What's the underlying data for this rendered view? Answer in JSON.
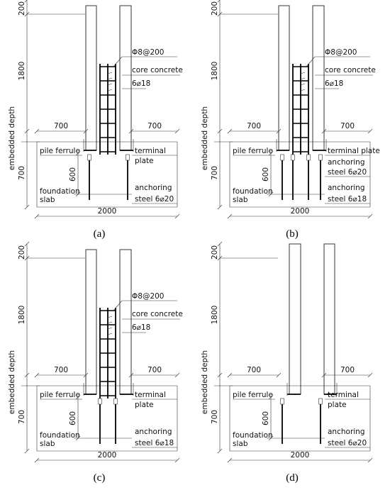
{
  "panels": [
    {
      "id": "a",
      "caption": "(a)",
      "variant": "ab",
      "labels": {
        "top_dim": "200",
        "height_dim": "1800",
        "embed": "embedded depth",
        "stirrup": "Φ8@200",
        "core": "core concrete",
        "long_bars": "6⌀18",
        "left_700": "700",
        "right_700": "700",
        "ferrule": "pile ferrule",
        "terminal_1": "terminal",
        "terminal_2": "plate",
        "depth_700": "700",
        "depth_600": "600",
        "slab_1": "foundation",
        "slab_2": "slab",
        "anch_1": "anchoring",
        "anch_2": "steel 6⌀20",
        "width": "2000"
      }
    },
    {
      "id": "b",
      "caption": "(b)",
      "variant": "b",
      "labels": {
        "top_dim": "200",
        "height_dim": "1800",
        "embed": "embedded depth",
        "stirrup": "Φ8@200",
        "core": "core concrete",
        "long_bars": "6⌀18",
        "left_700": "700",
        "right_700": "700",
        "ferrule": "pile ferrule",
        "terminal": "terminal plate",
        "depth_700": "700",
        "depth_600": "600",
        "slab_1": "foundation",
        "slab_2": "slab",
        "anch1_1": "anchoring",
        "anch1_2": "steel 6⌀20",
        "anch2_1": "anchoring",
        "anch2_2": "steel 6⌀18",
        "width": "2000"
      }
    },
    {
      "id": "c",
      "caption": "(c)",
      "variant": "c",
      "labels": {
        "top_dim": "200",
        "height_dim": "1800",
        "embed": "embedded depth",
        "stirrup": "Φ8@200",
        "core": "core concrete",
        "long_bars": "6⌀18",
        "left_700": "700",
        "right_700": "700",
        "ferrule": "pile ferrule",
        "terminal_1": "terminal",
        "terminal_2": "plate",
        "depth_700": "700",
        "depth_600": "600",
        "slab_1": "foundation",
        "slab_2": "slab",
        "anch_1": "anchoring",
        "anch_2": "steel 6⌀18",
        "width": "2000"
      }
    },
    {
      "id": "d",
      "caption": "(d)",
      "variant": "d",
      "labels": {
        "top_dim": "200",
        "height_dim": "1800",
        "embed": "embedded depth",
        "left_700": "700",
        "right_700": "700",
        "ferrule": "pile ferrule",
        "terminal_1": "terminal",
        "terminal_2": "plate",
        "depth_700": "700",
        "depth_600": "600",
        "slab_1": "foundation",
        "slab_2": "slab",
        "anch_1": "anchoring",
        "anch_2": "steel 6⌀20",
        "width": "2000"
      }
    }
  ]
}
